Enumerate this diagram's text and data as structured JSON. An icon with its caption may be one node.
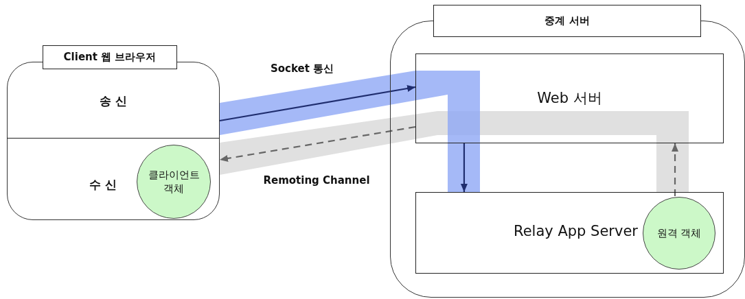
{
  "diagram": {
    "nodes": [
      {
        "text": [
          "Client 웹 브라우저"
        ]
      },
      {
        "text": [
          "송 신"
        ],
        "in": 0
      },
      {
        "text": [
          "수 신"
        ],
        "in": 0
      },
      {
        "text": [
          "클라이언트 객체"
        ],
        "in": 2
      },
      {
        "text": [
          "중계 서버"
        ]
      },
      {
        "text": [
          "Web 서버"
        ],
        "in": 4
      },
      {
        "text": [
          "Relay App Server"
        ],
        "in": 4
      },
      {
        "text": [
          "원격 객체"
        ],
        "in": 6
      }
    ],
    "edges": [
      {
        "from": 1,
        "to": 5,
        "arrow": "to",
        "label": "Socket 통신"
      },
      {
        "from": 5,
        "to": 6,
        "arrow": "to"
      },
      {
        "from": 7,
        "to": 5,
        "arrow": "to",
        "style": "dashed",
        "color": "#666666"
      },
      {
        "from": 5,
        "to": 2,
        "arrow": "to",
        "style": "dashed",
        "color": "#666666",
        "label": "Remoting Channel"
      }
    ]
  }
}
